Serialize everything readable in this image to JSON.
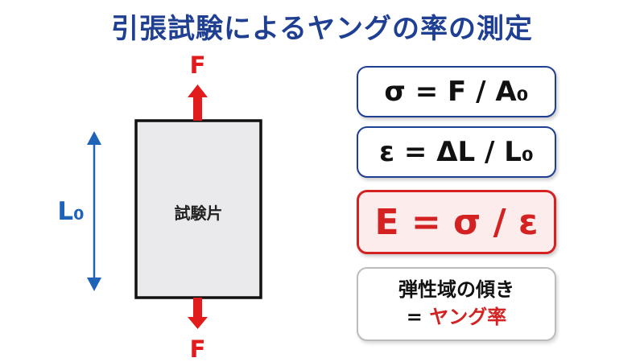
{
  "title": "引張試験によるヤングの率の測定",
  "diagram": {
    "specimen_label": "試験片",
    "force_top_label": "F",
    "force_bottom_label": "F",
    "length_label": "L₀"
  },
  "formulas": {
    "stress": "σ = F / A₀",
    "strain": "ε = ΔL / L₀",
    "youngs_modulus": "E = σ / ε"
  },
  "note": {
    "line1": "弾性域の傾き",
    "prefix": "= ",
    "highlight": "ヤング率"
  },
  "colors": {
    "title": "#1f3f93",
    "arrow_red": "#e21c1c",
    "dimension_blue": "#1f63b8",
    "formula_border": "#1f3f93",
    "highlight_red": "#d42222",
    "specimen_fill": "#eaeaed"
  }
}
